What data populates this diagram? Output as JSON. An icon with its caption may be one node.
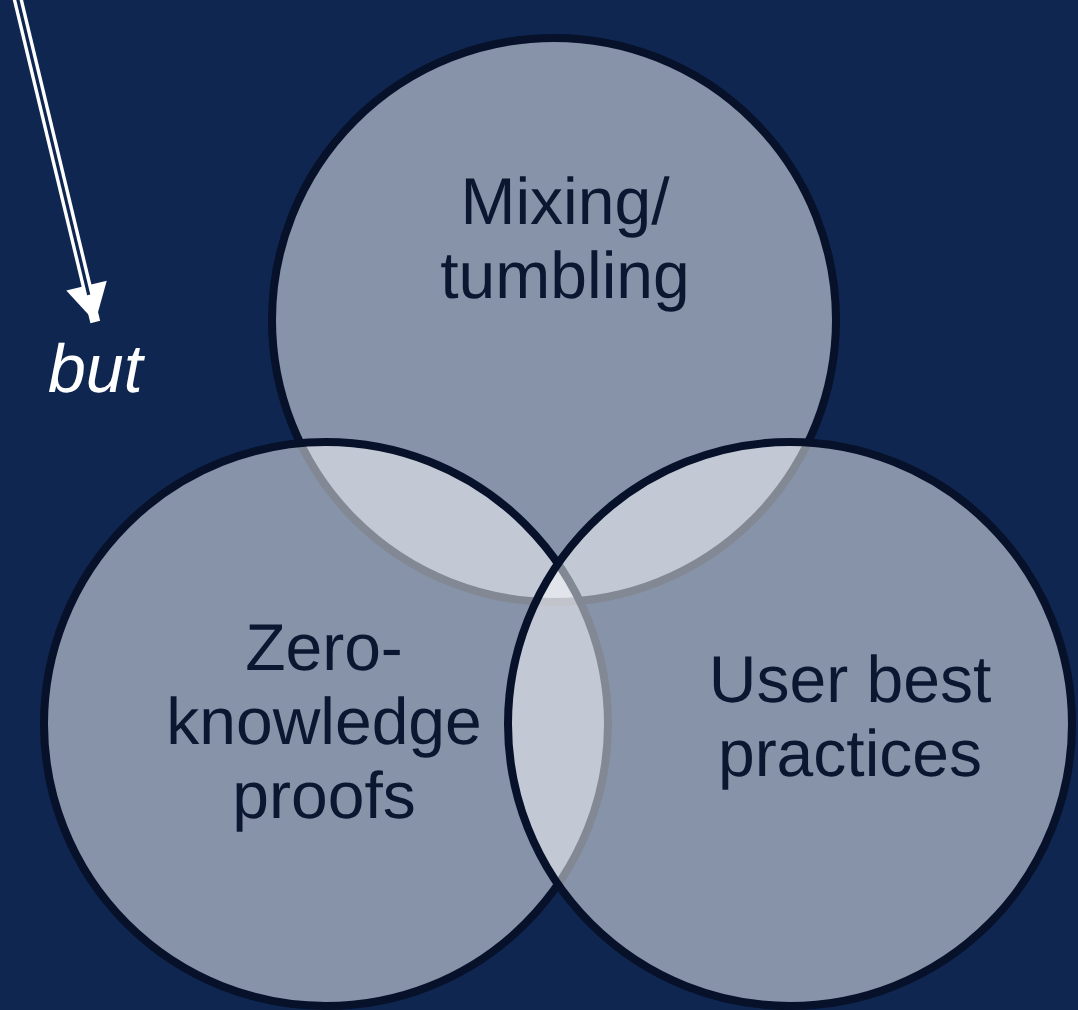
{
  "diagram": {
    "nodes": [
      {
        "text": [
          "Mixing/ tumbling"
        ]
      },
      {
        "text": [
          "Zero-knowledge proofs"
        ]
      },
      {
        "text": [
          "User best practices"
        ]
      },
      {
        "text": [
          "but"
        ]
      }
    ],
    "edges": [
      {
        "from": null,
        "to": 3,
        "arrow": "to"
      }
    ]
  }
}
